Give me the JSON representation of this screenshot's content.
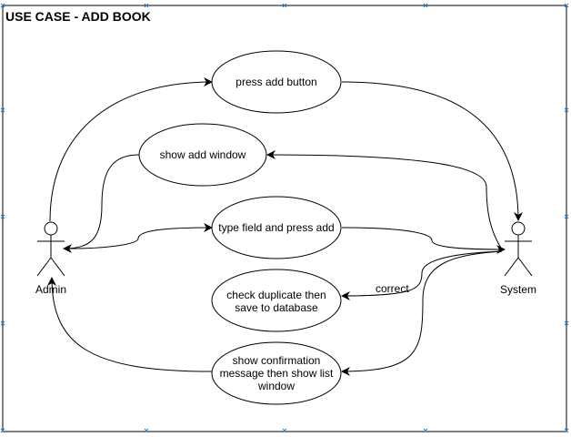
{
  "diagram": {
    "title": "USE CASE - ADD BOOK",
    "actors": [
      {
        "id": "admin",
        "label": "Admin"
      },
      {
        "id": "system",
        "label": "System"
      }
    ],
    "use_cases": [
      {
        "id": "press-add-button",
        "lines": [
          "press add button"
        ]
      },
      {
        "id": "show-add-window",
        "lines": [
          "show add window"
        ]
      },
      {
        "id": "type-field-and-press-add",
        "lines": [
          "type field and press add"
        ]
      },
      {
        "id": "check-duplicate",
        "lines": [
          "check duplicate then",
          "save to database"
        ]
      },
      {
        "id": "show-confirmation",
        "lines": [
          "show confirmation",
          "message then show list",
          "window"
        ]
      }
    ],
    "edges": [
      {
        "from": "admin",
        "to": "press-add-button",
        "label": ""
      },
      {
        "from": "press-add-button",
        "to": "system",
        "label": ""
      },
      {
        "from": "system",
        "to": "show-add-window",
        "label": ""
      },
      {
        "from": "show-add-window",
        "to": "admin",
        "label": ""
      },
      {
        "from": "admin",
        "to": "type-field-and-press-add",
        "label": ""
      },
      {
        "from": "type-field-and-press-add",
        "to": "system",
        "label": ""
      },
      {
        "from": "system",
        "to": "check-duplicate",
        "label": "correct"
      },
      {
        "from": "system",
        "to": "show-confirmation",
        "label": ""
      },
      {
        "from": "show-confirmation",
        "to": "admin",
        "label": ""
      }
    ],
    "colors": {
      "stroke": "#000000",
      "fill": "#ffffff",
      "selection": "#2a7fd4"
    }
  }
}
